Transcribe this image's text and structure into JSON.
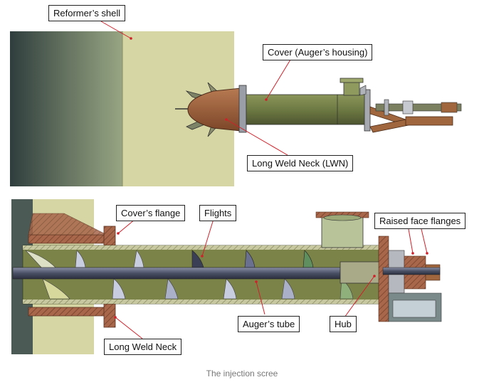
{
  "top_view": {
    "labels": {
      "reformer_shell": "Reformer’s shell",
      "cover": "Cover (Auger’s housing)",
      "lwn": "Long Weld Neck (LWN)"
    }
  },
  "section_view": {
    "labels": {
      "cover_flange": "Cover’s flange",
      "flights": "Flights",
      "raised_face_flanges": "Raised face flanges",
      "long_weld_neck": "Long Weld Neck",
      "auger_tube": "Auger’s tube",
      "hub": "Hub"
    }
  },
  "caption": "The injection scree",
  "colors": {
    "leader": "#d0202a",
    "shell_dark": "#3a4a48",
    "shell_light": "#d8d8a6",
    "housing": "#6f7a44",
    "weld_neck": "#a0623e",
    "tube": "#4a5060"
  }
}
